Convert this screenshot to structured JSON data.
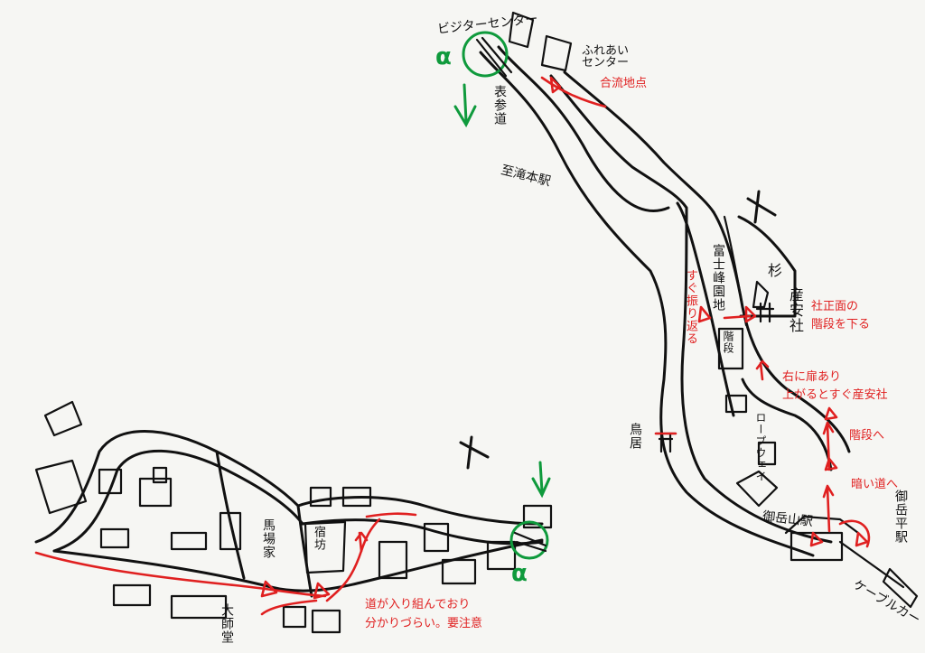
{
  "labels": {
    "visitor_center": "ビジターセンター",
    "rakuten_center": "ふれあい\nセンター",
    "omotesando": "表参道",
    "to_takimoto": "至滝本駅",
    "fuji_garden": "富士峰園地",
    "kaidan_upper": "階段",
    "sanjo_shrine": "産安社",
    "torii": "鳥居",
    "ropeway": "ロープウェイ",
    "mitakesan_station": "御岳山駅",
    "mitakedaira": "御岳平駅",
    "cablecar": "ケーブルカー",
    "baba_house": "馬場家",
    "shishoku": "宿坊",
    "daishido": "大師堂",
    "alpha_top": "α",
    "alpha_bottom": "α",
    "pine_symbol": "杉"
  },
  "notes": {
    "merge_point": "合流地点",
    "turn_back": "すぐ振り返る",
    "shrine_front": "社正面の\n階段を下る",
    "right_door": "右に扉あり\n上がるとすぐ産安社",
    "to_stairs": "階段へ",
    "dark_road": "暗い道へ",
    "complex_roads": "道が入り組んでおり\n分かりづらい。要注意"
  },
  "colors": {
    "ink": "#111111",
    "route": "#e02020",
    "marker": "#0f9a3c",
    "paper": "#f6f6f3"
  },
  "icons": [
    "torii-icon",
    "shrine-icon",
    "arrow-down-icon",
    "alpha-circle-icon",
    "compass-cross-icon"
  ]
}
